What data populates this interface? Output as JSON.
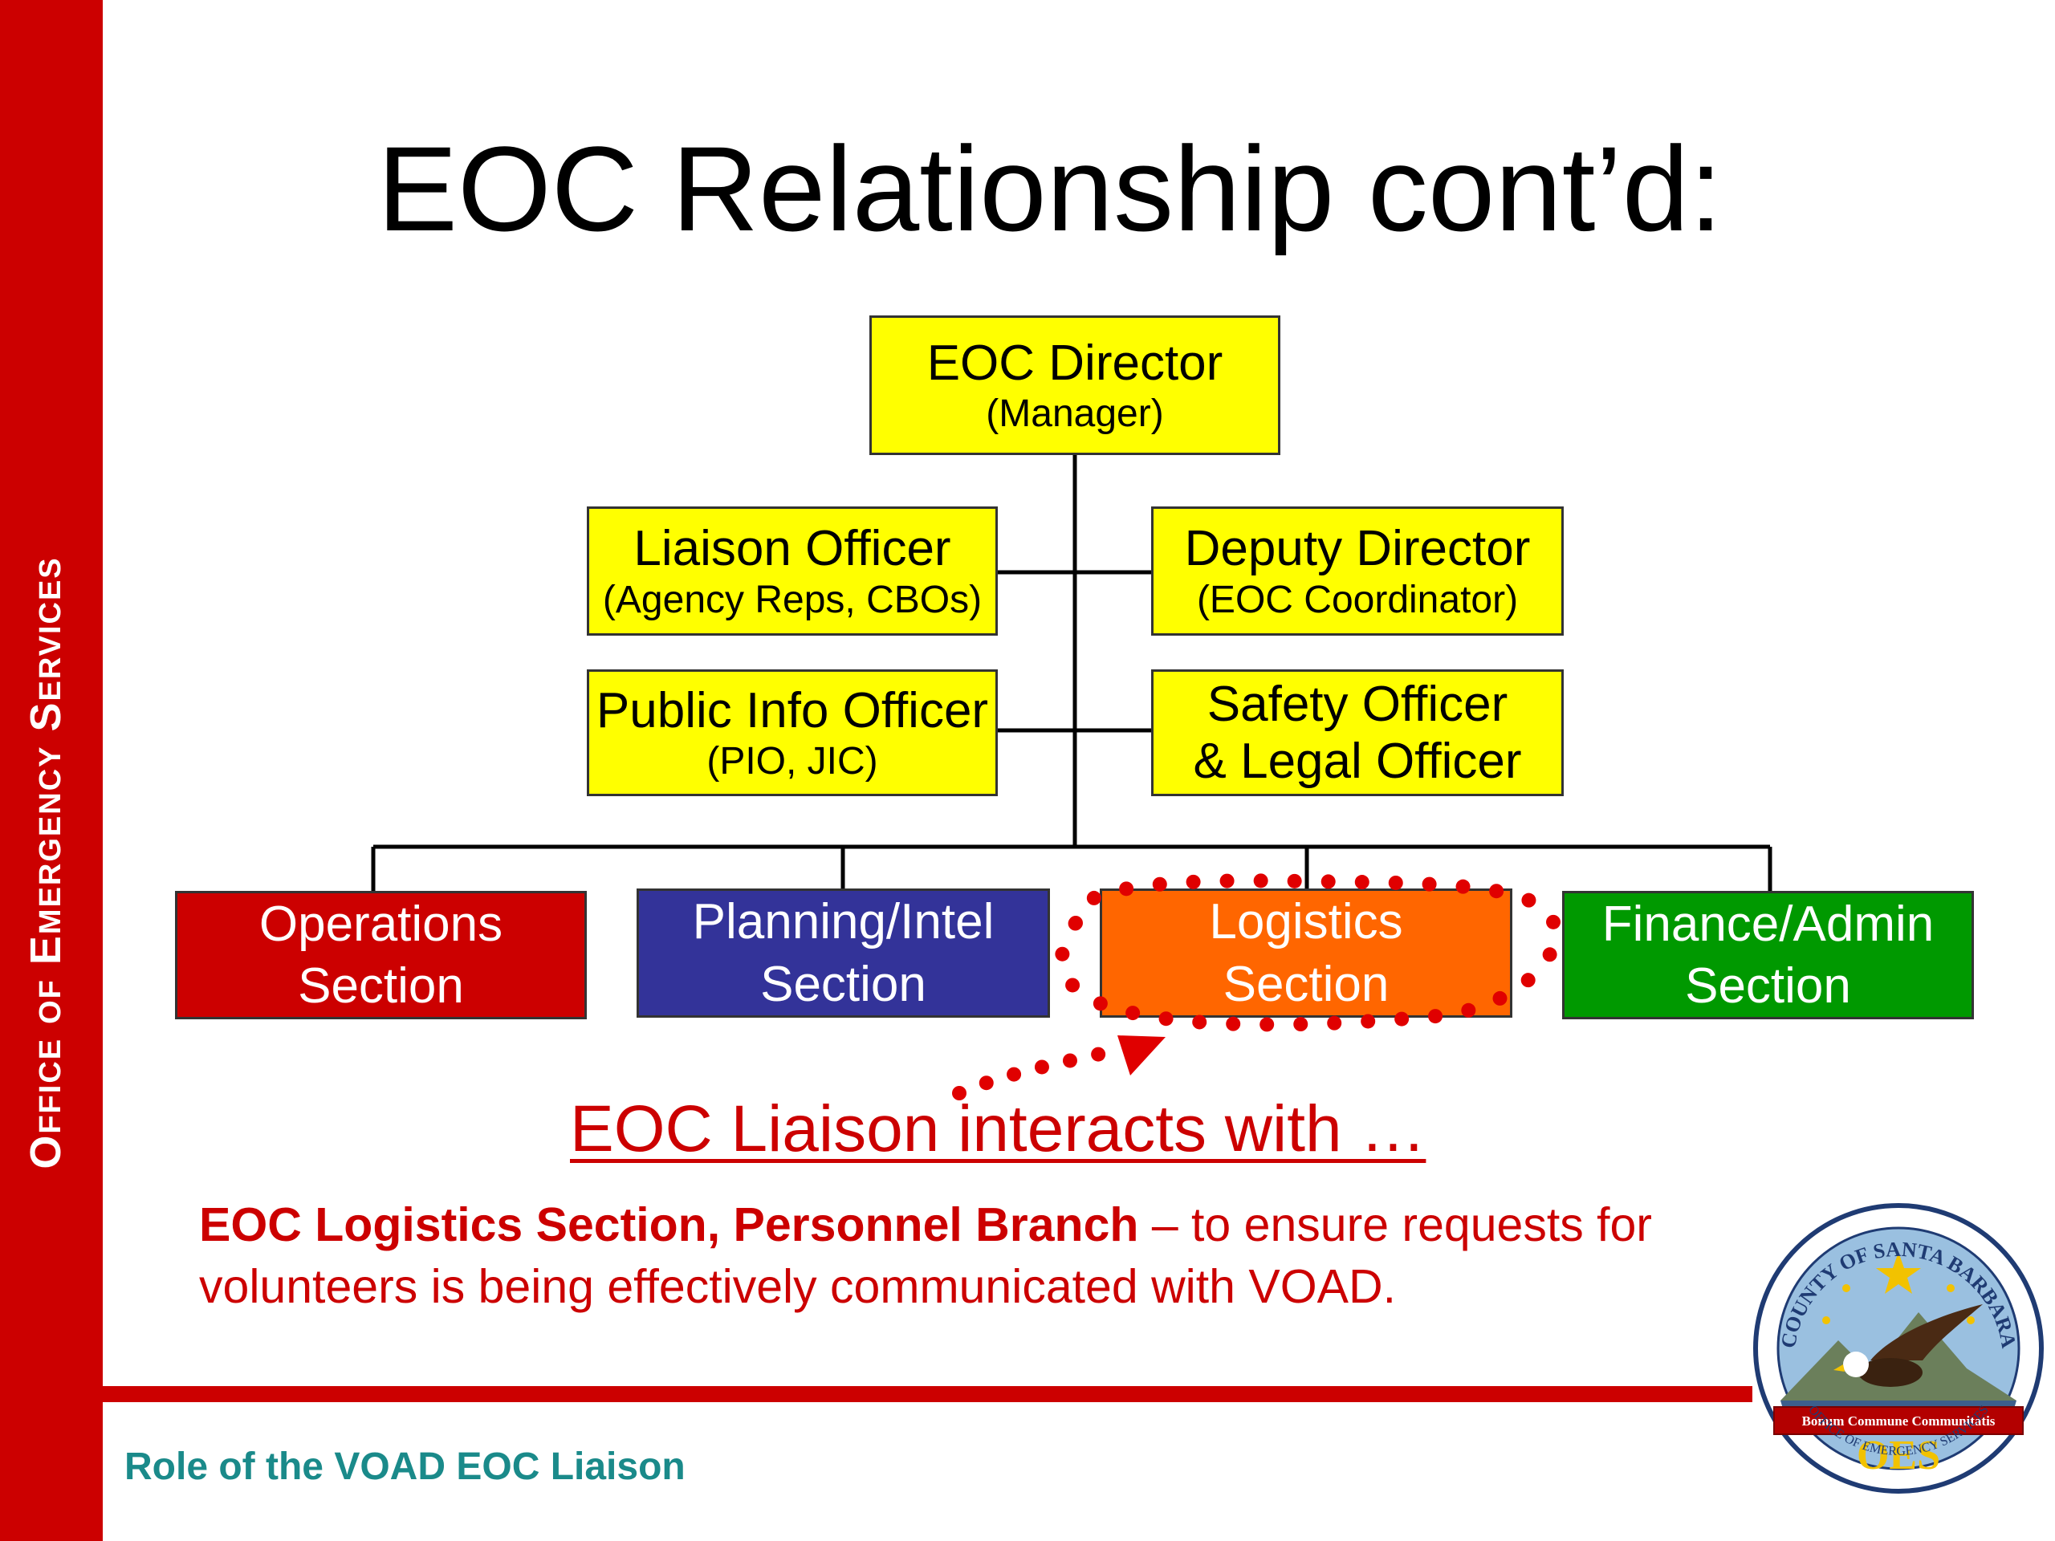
{
  "sidebar": {
    "text": "Office of Emergency Services"
  },
  "title": "EOC Relationship cont’d:",
  "org_chart": {
    "director": {
      "title": "EOC Director",
      "subtitle": "(Manager)"
    },
    "liaison": {
      "title": "Liaison Officer",
      "subtitle": "(Agency Reps, CBOs)"
    },
    "deputy": {
      "title": "Deputy Director",
      "subtitle": "(EOC Coordinator)"
    },
    "pio": {
      "title": "Public Info Officer",
      "subtitle": "(PIO, JIC)"
    },
    "safety": {
      "line1": "Safety Officer",
      "line2": "& Legal Officer"
    },
    "sections": [
      {
        "line1": "Operations",
        "line2": "Section",
        "color": "#cc0000"
      },
      {
        "line1": "Planning/Intel",
        "line2": "Section",
        "color": "#333399"
      },
      {
        "line1": "Logistics",
        "line2": "Section",
        "color": "#ff6600"
      },
      {
        "line1": "Finance/Admin",
        "line2": "Section",
        "color": "#009900"
      }
    ]
  },
  "callout": "EOC Liaison interacts with …",
  "description": {
    "bold": "EOC Logistics Section, Personnel Branch",
    "rest": " – to ensure requests for volunteers is being effectively communicated with VOAD."
  },
  "footer": "Role of the VOAD EOC Liaison",
  "seal": {
    "ring_text": "COUNTY OF SANTA BARBARA",
    "banner": "Bonum Commune Communitatis",
    "acronym": "OES",
    "bottom_text": "OFFICE OF EMERGENCY SERVICES"
  },
  "colors": {
    "accent_red": "#cc0000",
    "box_yellow": "#ffff00",
    "footer_teal": "#1a8a8a"
  }
}
